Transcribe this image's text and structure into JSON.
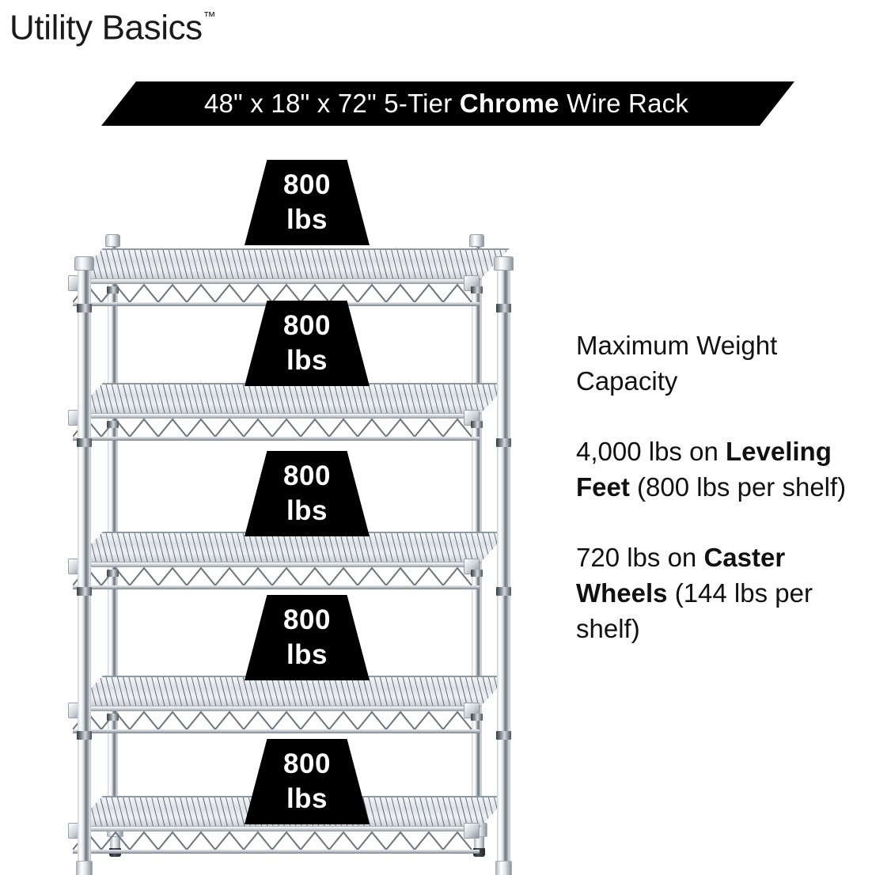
{
  "brand": {
    "name": "Utility Basics",
    "trademark": "™"
  },
  "banner": {
    "dimensions": "48\" x 18\" x 72\"",
    "tier": "5-Tier",
    "material": "Chrome",
    "product": "Wire Rack",
    "full_text": "48\" x 18\" x 72\" 5-Tier Chrome Wire Rack",
    "background_color": "#000000",
    "text_color": "#FFFFFF"
  },
  "capacity": {
    "heading": "Maximum Weight Capacity",
    "leveling_feet": {
      "total": "4,000 lbs",
      "lead": "4,000 lbs on ",
      "bold": "Leveling Feet",
      "detail": " (800 lbs per shelf)",
      "per_shelf": "800 lbs per shelf"
    },
    "caster_wheels": {
      "total": "720 lbs",
      "lead": "720 lbs on ",
      "bold": "Caster Wheels",
      "detail": " (144 lbs per shelf)",
      "per_shelf": "144 lbs per shelf"
    }
  },
  "rack": {
    "tier_count": 5,
    "shelf_labels": [
      {
        "number": "800",
        "unit": "lbs"
      },
      {
        "number": "800",
        "unit": "lbs"
      },
      {
        "number": "800",
        "unit": "lbs"
      },
      {
        "number": "800",
        "unit": "lbs"
      },
      {
        "number": "800",
        "unit": "lbs"
      }
    ],
    "finish_color": "#D6DBE0",
    "accent_color": "#000000"
  }
}
